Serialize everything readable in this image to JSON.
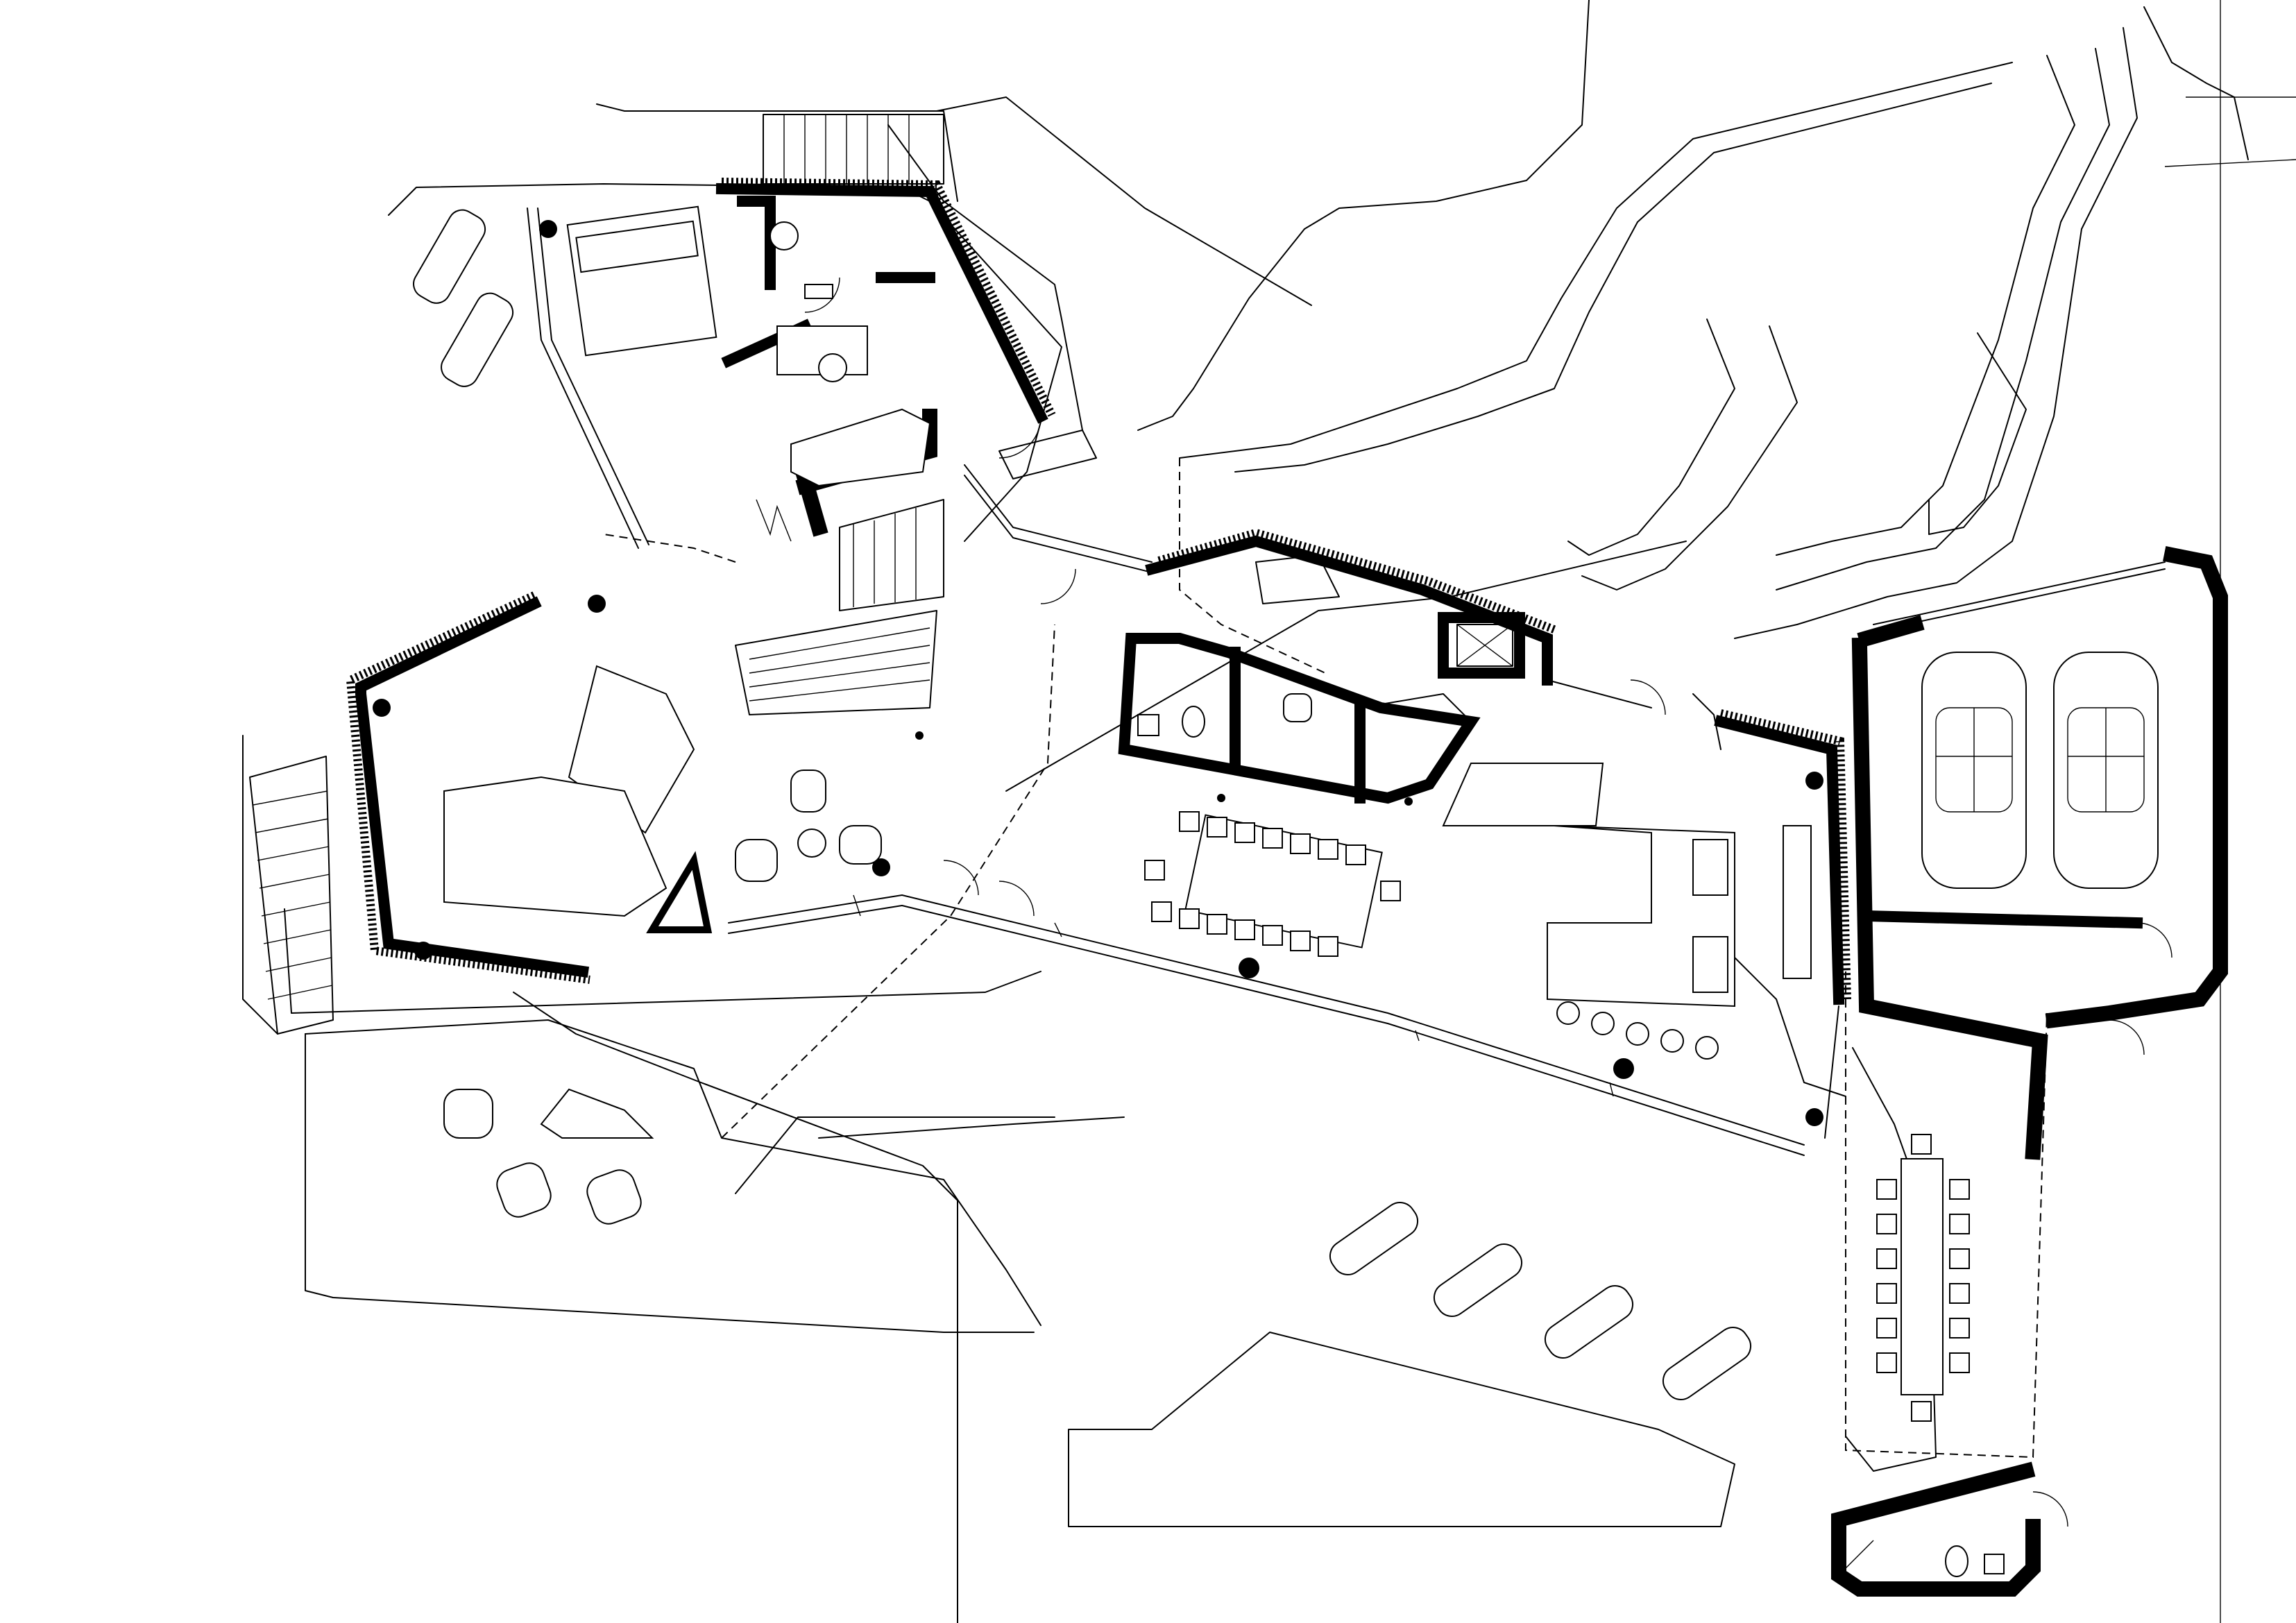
{
  "drawing": {
    "type": "architectural floor plan",
    "colors": {
      "line": "#000000",
      "background": "#ffffff"
    },
    "elements": {
      "columns": 12,
      "parked_cars": 2,
      "dining_table_seats": 16,
      "outdoor_table_seats": 14,
      "outdoor_loungers": 4
    }
  }
}
